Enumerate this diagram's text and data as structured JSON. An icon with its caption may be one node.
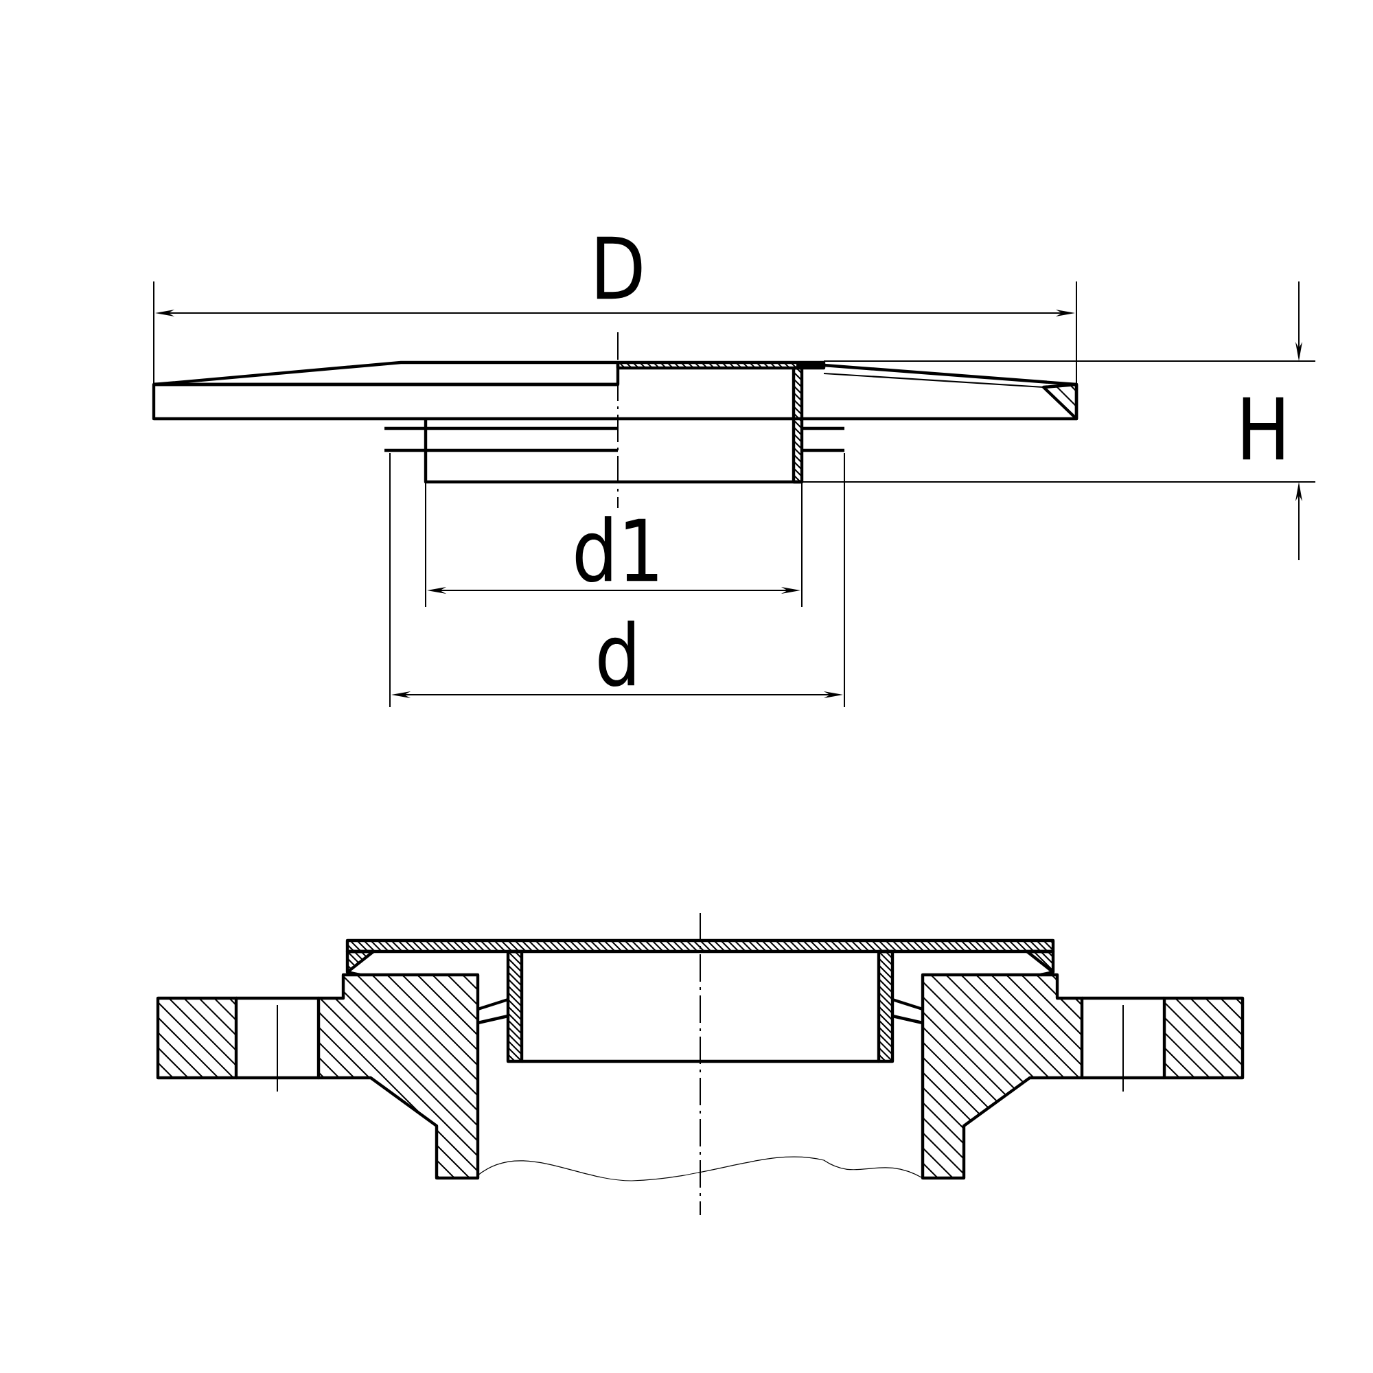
{
  "diagram": {
    "labels": [
      "D",
      "H",
      "d1",
      "d"
    ]
  }
}
